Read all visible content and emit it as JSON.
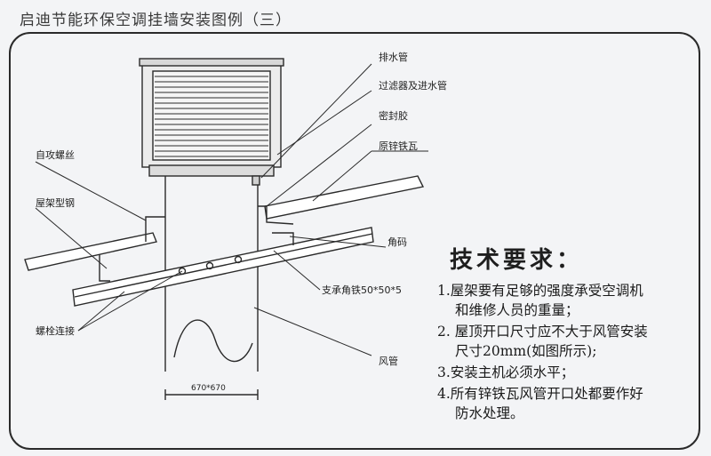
{
  "title": "启迪节能环保空调挂墙安装图例（三）",
  "labels": {
    "drain_pipe": "排水管",
    "filter_inlet": "过滤器及进水管",
    "sealant": "密封胶",
    "galvanized_tile": "原锌铁瓦",
    "self_tapping_screw": "自攻螺丝",
    "roof_steel": "屋架型钢",
    "corner_code": "角码",
    "support_angle": "支承角铁50*50*5",
    "bolt_connection": "螺栓连接",
    "air_duct": "风管",
    "duct_dimension": "670*670"
  },
  "requirements": {
    "heading": "技术要求：",
    "lines": [
      "1.屋架要有足够的强度承受空调机",
      "和维修人员的重量；",
      "2. 屋顶开口尺寸应不大于风管安装",
      "尺寸20mm(如图所示);",
      "3.安装主机必须水平；",
      "4.所有锌铁瓦风管开口处都要作好",
      "防水处理。"
    ]
  },
  "colors": {
    "line": "#2a2a2a",
    "background": "#f3f4f6"
  }
}
